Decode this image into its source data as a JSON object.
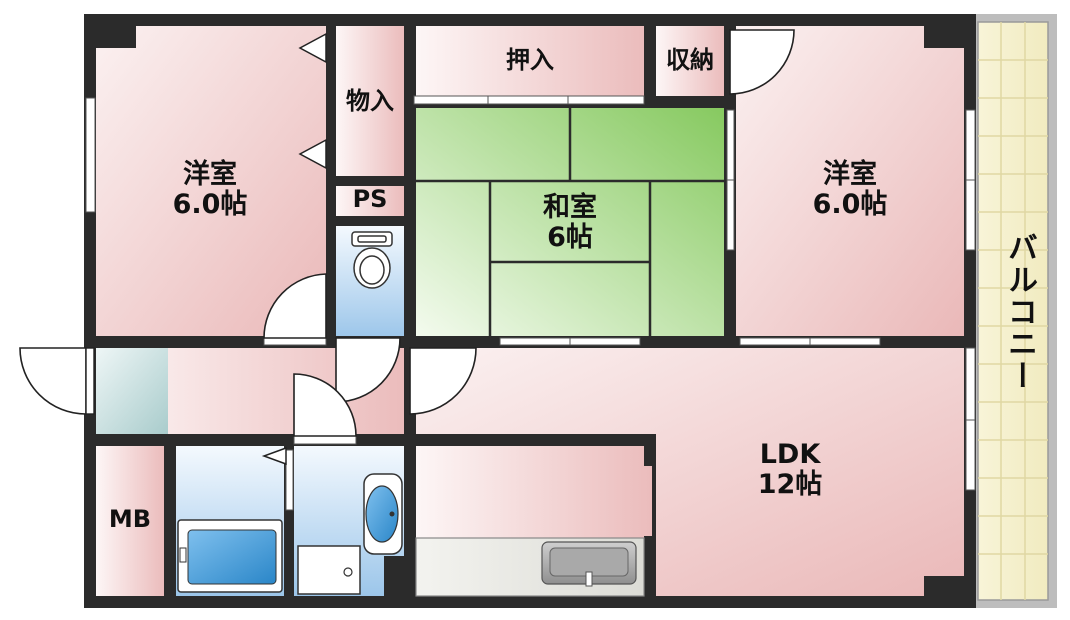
{
  "rooms": {
    "western_left": {
      "name": "洋室",
      "size": "6.0帖"
    },
    "western_right": {
      "name": "洋室",
      "size": "6.0帖"
    },
    "washitsu": {
      "name": "和室",
      "size": "6帖"
    },
    "ldk": {
      "name": "LDK",
      "size": "12帖"
    },
    "oshiire": "押入",
    "shuno": "収納",
    "monoire": "物入",
    "ps": "PS",
    "mb": "MB",
    "balcony": "バルコニー"
  },
  "colors": {
    "wall": "#2b2b2b",
    "room_pink": "#efc4c4",
    "tatami_green": "#8fcf6a",
    "water_blue": "#a9cde9",
    "balcony_yellow": "#f4efc8"
  }
}
